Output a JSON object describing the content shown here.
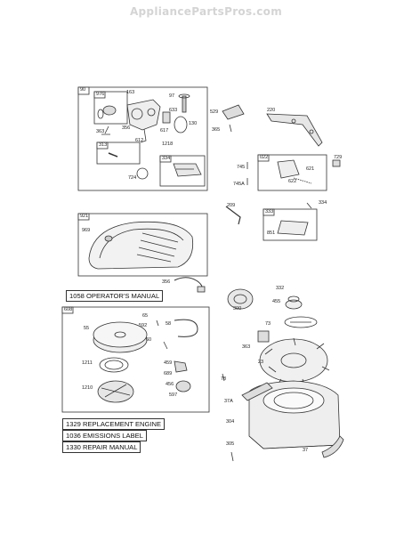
{
  "watermark": "AppliancePartsPros.com",
  "banners": {
    "operators_manual": "1058 OPERATOR'S MANUAL",
    "replacement_engine": "1329 REPLACEMENT ENGINE",
    "emissions_label": "1036 EMISSIONS LABEL",
    "repair_manual": "1330 REPAIR MANUAL"
  },
  "callouts": {
    "c90": "90",
    "c976": "976",
    "c163": "163",
    "c97": "97",
    "c633": "633",
    "c130": "130",
    "c617": "617",
    "c363": "363",
    "c356b": "356",
    "c612": "612",
    "c1218": "1218",
    "c313": "313",
    "c334": "334",
    "c724": "724",
    "c529": "529",
    "c365": "365",
    "c220": "220",
    "c022": "022",
    "c729": "729",
    "c745": "745",
    "c621": "621",
    "c622": "622",
    "c745a": "745A",
    "c334b": "334",
    "c209": "209",
    "c333": "333",
    "c851": "851",
    "c921": "921",
    "c969": "969",
    "c356": "356",
    "c332": "332",
    "c300": "300",
    "c455": "455",
    "c73": "73",
    "c363b": "363",
    "c23": "23",
    "c608": "608",
    "c55": "55",
    "c65": "65",
    "c592": "592",
    "c58": "58",
    "c60": "60",
    "c1211": "1211",
    "c1210": "1210",
    "c459": "459",
    "c689": "689",
    "c456": "456",
    "c597": "597",
    "c78": "78",
    "c37a": "37A",
    "c304": "304",
    "c305": "305",
    "c37": "37"
  }
}
